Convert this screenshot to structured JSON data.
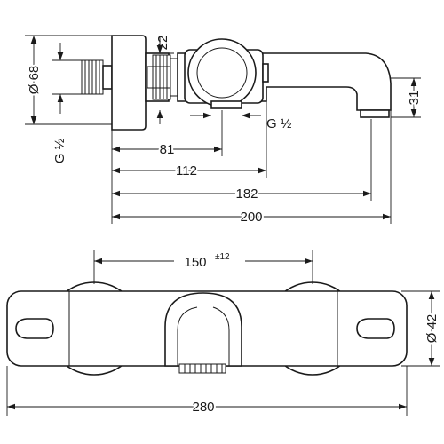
{
  "side_view": {
    "dims": {
      "dia_68": "Ø 68",
      "g_half_left": "G ½",
      "d22": "22",
      "g_half_right": "G ½",
      "d31": "31",
      "d81": "81",
      "d112": "112",
      "d182": "182",
      "d200": "200"
    }
  },
  "top_view": {
    "dims": {
      "d150": "150",
      "tol": "±12",
      "dia_42": "Ø 42",
      "d280": "280"
    }
  }
}
